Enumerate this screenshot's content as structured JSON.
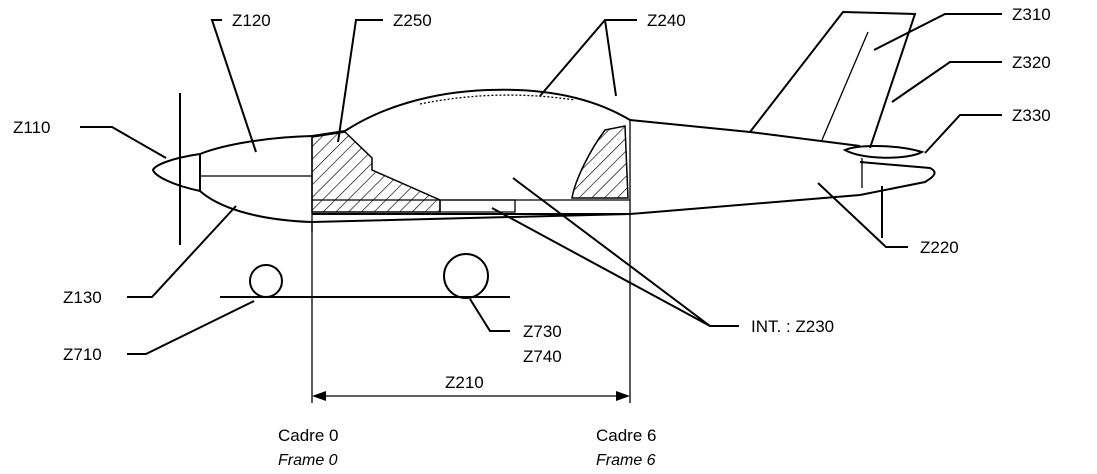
{
  "zones": {
    "z110": "Z110",
    "z120": "Z120",
    "z130": "Z130",
    "z210": "Z210",
    "z220": "Z220",
    "z240": "Z240",
    "z250": "Z250",
    "z310": "Z310",
    "z320": "Z320",
    "z330": "Z330",
    "z710": "Z710",
    "z730": "Z730",
    "z740": "Z740",
    "int_z230": "INT. : Z230"
  },
  "frames": {
    "frame0_fr": "Cadre 0",
    "frame0_en": "Frame 0",
    "frame6_fr": "Cadre 6",
    "frame6_en": "Frame 6"
  }
}
